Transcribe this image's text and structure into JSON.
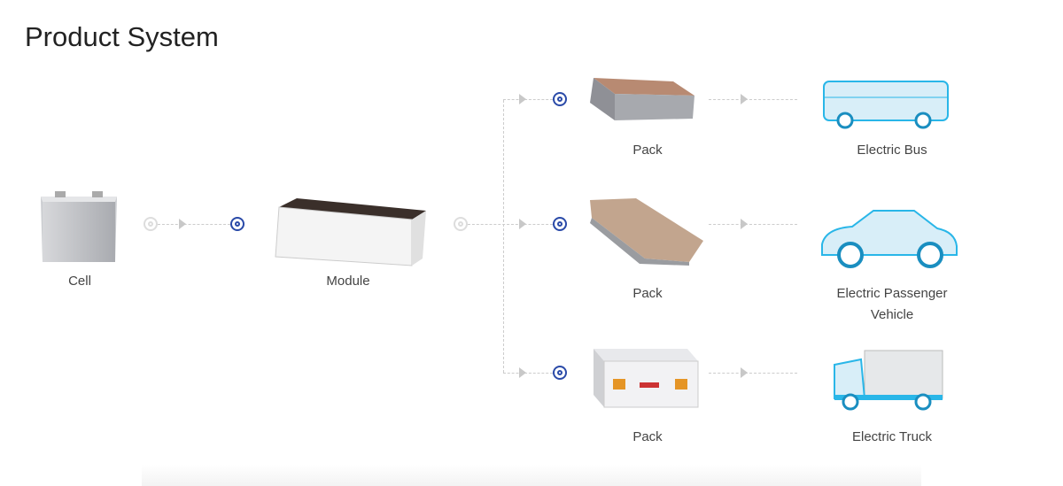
{
  "title": "Product System",
  "cell": {
    "label": "Cell"
  },
  "module": {
    "label": "Module"
  },
  "packs": [
    {
      "label": "Pack"
    },
    {
      "label": "Pack"
    },
    {
      "label": "Pack"
    }
  ],
  "vehicles": [
    {
      "label": "Electric Bus"
    },
    {
      "label": "Electric Passenger Vehicle"
    },
    {
      "label": "Electric Truck"
    }
  ],
  "colors": {
    "accent": "#2a4aa8",
    "connector": "#cccccc",
    "vehicle": "#29b6e8"
  }
}
